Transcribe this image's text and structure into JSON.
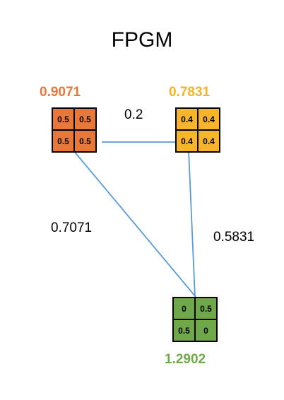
{
  "title": "FPGM",
  "colors": {
    "orange": "#E8783A",
    "yellow": "#F8B52C",
    "green": "#6EA84A",
    "orange_text": "#E8783A",
    "yellow_text": "#F5B32A",
    "green_text": "#6EA84A",
    "edge": "#5B9BD5"
  },
  "nodes": {
    "orange": {
      "score": "0.9071",
      "cells": [
        "0.5",
        "0.5",
        "0.5",
        "0.5"
      ]
    },
    "yellow": {
      "score": "0.7831",
      "cells": [
        "0.4",
        "0.4",
        "0.4",
        "0.4"
      ]
    },
    "green": {
      "score": "1.2902",
      "cells": [
        "0",
        "0.5",
        "0.5",
        "0"
      ]
    }
  },
  "edges": {
    "orange_yellow": "0.2",
    "orange_green": "0.7071",
    "yellow_green": "0.5831"
  }
}
